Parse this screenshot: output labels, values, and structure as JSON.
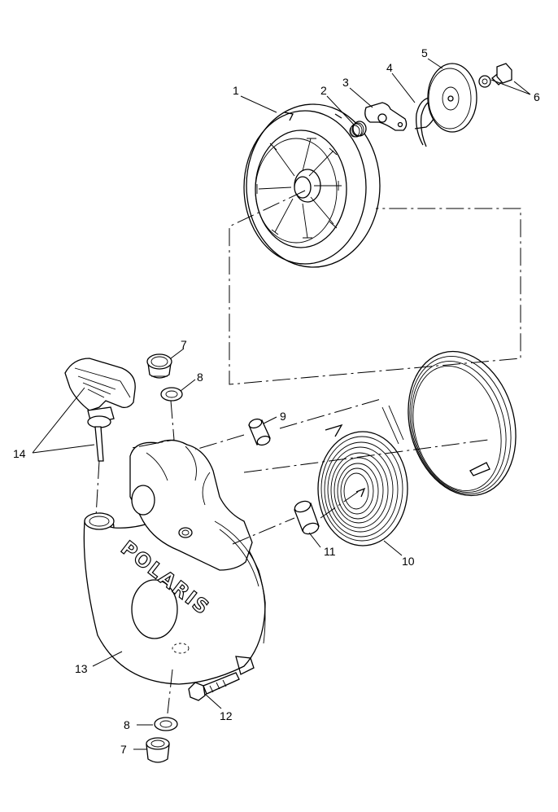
{
  "callouts": [
    "1",
    "2",
    "3",
    "4",
    "5",
    "6",
    "7",
    "8",
    "9",
    "14",
    "11",
    "10",
    "13",
    "12",
    "8",
    "7"
  ],
  "housing": {
    "brand": "POLARIS"
  },
  "colors": {
    "line": "#000000",
    "background": "#ffffff"
  }
}
